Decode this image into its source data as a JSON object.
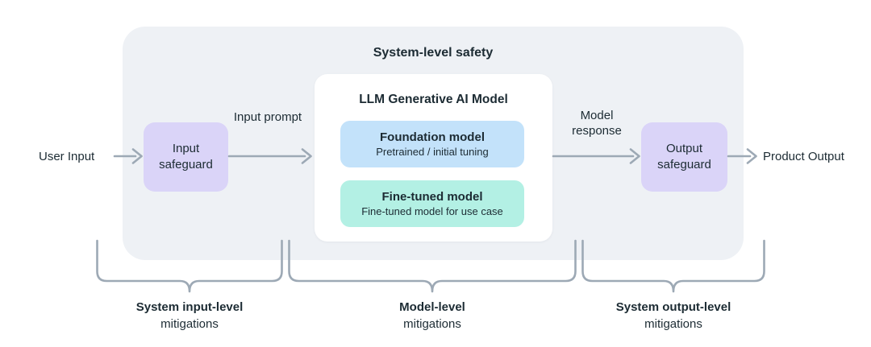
{
  "flow": {
    "user_input": "User Input",
    "input_safeguard": "Input safeguard",
    "input_prompt": "Input prompt",
    "model_response": "Model response",
    "output_safeguard": "Output safeguard",
    "product_output": "Product Output"
  },
  "system_box": {
    "title": "System-level safety"
  },
  "llm_box": {
    "title": "LLM Generative AI Model",
    "foundation": {
      "title": "Foundation model",
      "subtitle": "Pretrained / initial tuning"
    },
    "fine_tuned": {
      "title": "Fine-tuned model",
      "subtitle": "Fine-tuned model for use case"
    }
  },
  "mitigations": [
    {
      "title": "System input-level",
      "subtitle": "mitigations"
    },
    {
      "title": "Model-level",
      "subtitle": "mitigations"
    },
    {
      "title": "System output-level",
      "subtitle": "mitigations"
    }
  ],
  "colors": {
    "panel_bg": "#EEF1F5",
    "card_white": "#FFFFFF",
    "safeguard_purple": "#DAD4F8",
    "foundation_blue": "#C3E2FA",
    "fine_tuned_teal": "#B3F0E4",
    "line_gray": "#9DA9B5",
    "text_dark": "#1C2B33"
  }
}
